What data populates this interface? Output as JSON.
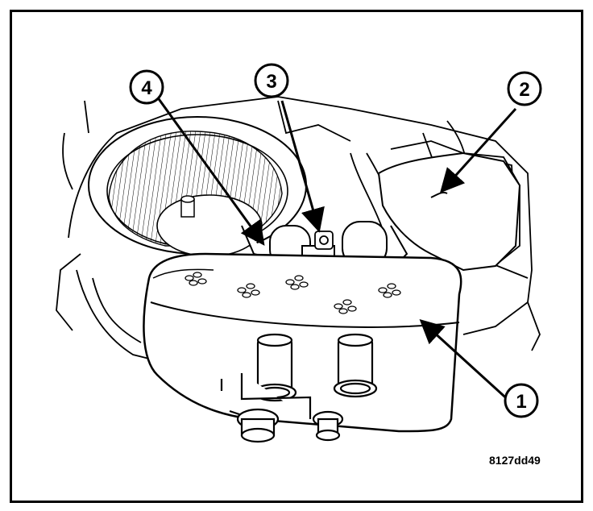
{
  "figure": {
    "code": "8127dd49",
    "line_color": "#000000",
    "background": "#ffffff"
  },
  "callouts": [
    {
      "number": "1"
    },
    {
      "number": "2"
    },
    {
      "number": "3"
    },
    {
      "number": "4"
    }
  ]
}
